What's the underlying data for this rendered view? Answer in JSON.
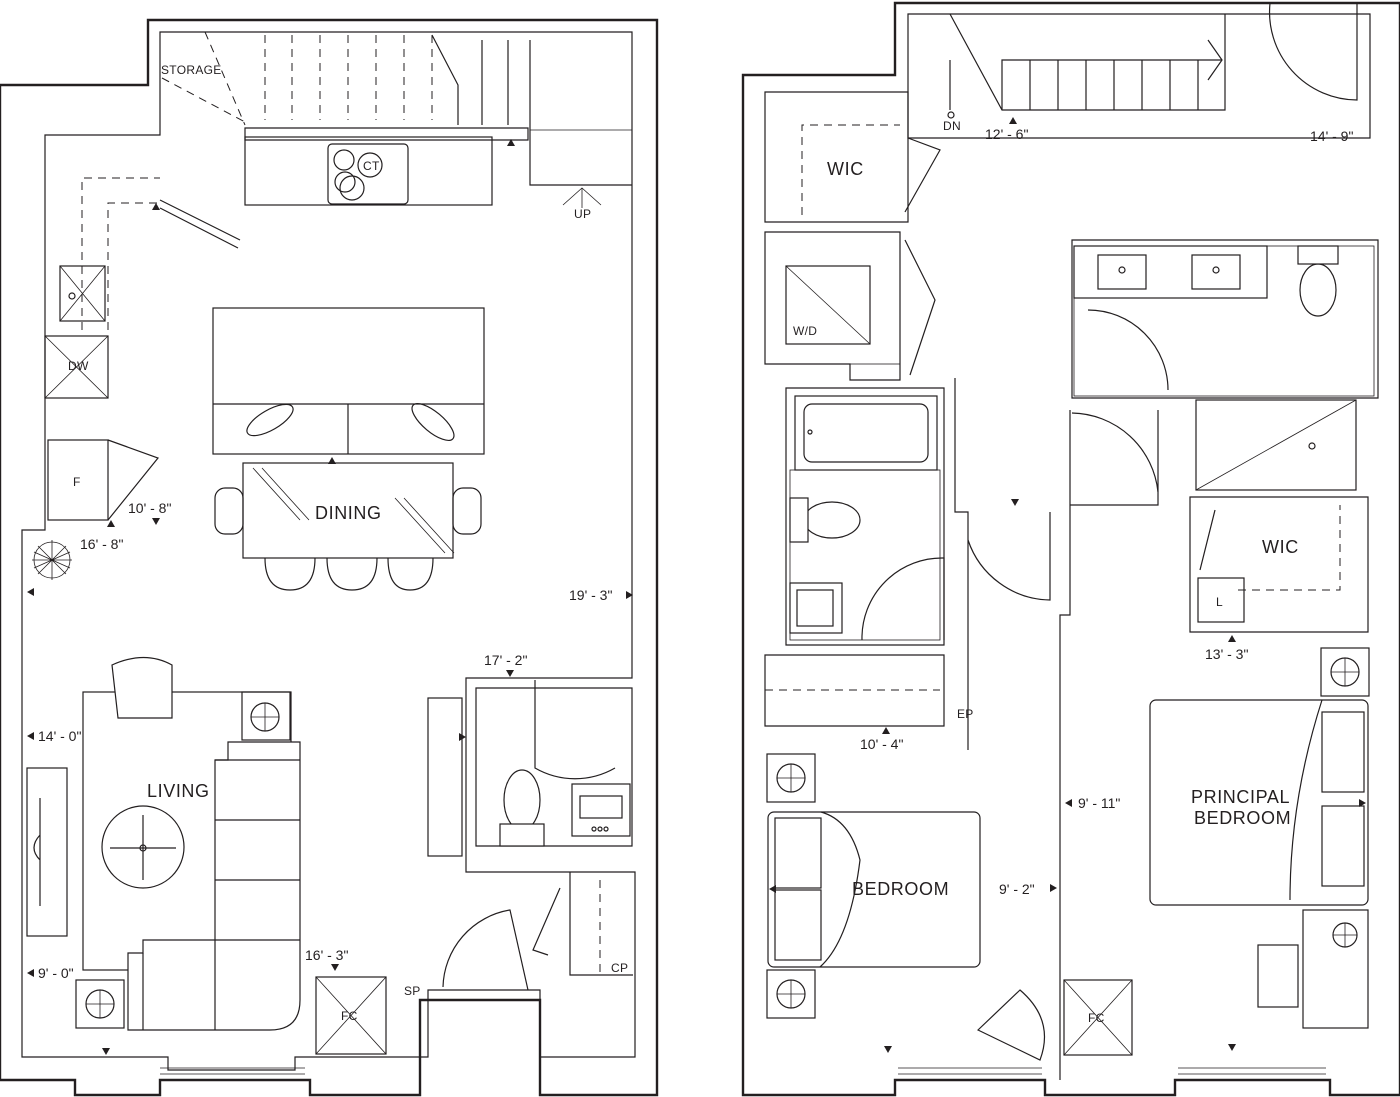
{
  "rooms": {
    "storage": "STORAGE",
    "ct": "CT",
    "up": "UP",
    "dw": "DW",
    "f": "F",
    "dining": "DINING",
    "living": "LIVING",
    "fc_left": "FC",
    "sp": "SP",
    "cp": "CP",
    "dn": "DN",
    "wic_top": "WIC",
    "wd": "W/D",
    "wic_right": "WIC",
    "l": "L",
    "ep": "EP",
    "bedroom": "BEDROOM",
    "principal_1": "PRINCIPAL",
    "principal_2": "BEDROOM",
    "fc_right": "FC"
  },
  "dimensions": {
    "d_10_8": "10' - 8\"",
    "d_16_8": "16' - 8\"",
    "d_19_3": "19' - 3\"",
    "d_17_2": "17' - 2\"",
    "d_14_0": "14' - 0\"",
    "d_9_0": "9' - 0\"",
    "d_16_3": "16' - 3\"",
    "d_12_6": "12' - 6\"",
    "d_14_9": "14' - 9\"",
    "d_13_3": "13' - 3\"",
    "d_10_4": "10' - 4\"",
    "d_9_11": "9' - 11\"",
    "d_9_2": "9' - 2\""
  },
  "colors": {
    "line": "#231f20",
    "background": "#ffffff"
  }
}
